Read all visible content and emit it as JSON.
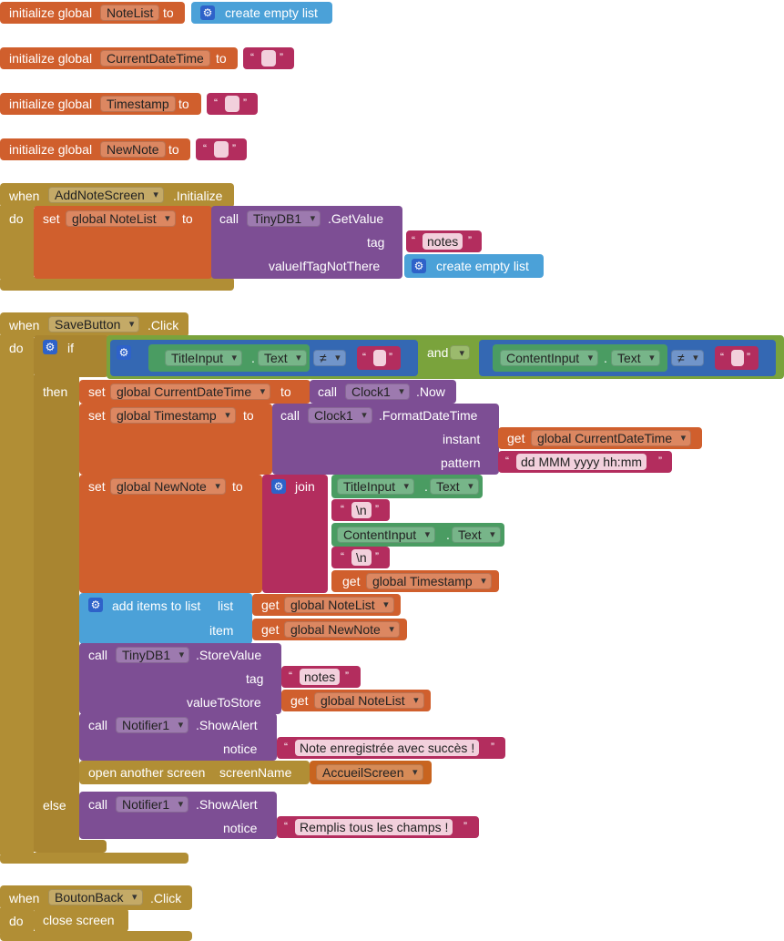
{
  "globals": [
    {
      "prefix": "initialize global",
      "name": "NoteList",
      "to": "to",
      "value": "create empty list"
    },
    {
      "prefix": "initialize global",
      "name": "CurrentDateTime",
      "to": "to",
      "value": ""
    },
    {
      "prefix": "initialize global",
      "name": "Timestamp",
      "to": "to",
      "value": ""
    },
    {
      "prefix": "initialize global",
      "name": "NewNote",
      "to": "to",
      "value": ""
    }
  ],
  "quote_open": "“",
  "quote_close": "”",
  "kw": {
    "when": "when",
    "do": "do",
    "set": "set",
    "to": "to",
    "call": "call",
    "get": "get",
    "if": "if",
    "then": "then",
    "else": "else",
    "and": "and",
    "join": "join",
    "neq": "≠",
    "dot": "."
  },
  "init_event": {
    "component": "AddNoteScreen",
    "event": ".Initialize",
    "set_var": "global NoteList",
    "call_component": "TinyDB1",
    "call_method": ".GetValue",
    "tag_label": "tag",
    "tag_value": "notes",
    "default_label": "valueIfTagNotThere",
    "default_value": "create empty list"
  },
  "save_event": {
    "component": "SaveButton",
    "event": ".Click",
    "cond1": {
      "component": "TitleInput",
      "prop": "Text"
    },
    "cond2": {
      "component": "ContentInput",
      "prop": "Text"
    },
    "set_datetime": {
      "var": "global CurrentDateTime",
      "component": "Clock1",
      "method": ".Now"
    },
    "set_timestamp": {
      "var": "global Timestamp",
      "component": "Clock1",
      "method": ".FormatDateTime",
      "instant_label": "instant",
      "instant_value": "global CurrentDateTime",
      "pattern_label": "pattern",
      "pattern_value": "dd MMM yyyy hh:mm"
    },
    "set_newnote": {
      "var": "global NewNote",
      "items": [
        {
          "kind": "prop",
          "component": "TitleInput",
          "prop": "Text"
        },
        {
          "kind": "str",
          "value": "\\n"
        },
        {
          "kind": "prop",
          "component": "ContentInput",
          "prop": "Text"
        },
        {
          "kind": "str",
          "value": "\\n"
        },
        {
          "kind": "get",
          "value": "global Timestamp"
        }
      ]
    },
    "add_items": {
      "label": "add items to list",
      "list_label": "list",
      "list_value": "global NoteList",
      "item_label": "item",
      "item_value": "global NewNote"
    },
    "store": {
      "component": "TinyDB1",
      "method": ".StoreValue",
      "tag_label": "tag",
      "tag_value": "notes",
      "value_label": "valueToStore",
      "value_value": "global NoteList"
    },
    "alert_ok": {
      "component": "Notifier1",
      "method": ".ShowAlert",
      "notice_label": "notice",
      "notice_value": "Note enregistrée avec succès !"
    },
    "open_screen": {
      "label": "open another screen",
      "param": "screenName",
      "value": "AccueilScreen"
    },
    "alert_err": {
      "component": "Notifier1",
      "method": ".ShowAlert",
      "notice_label": "notice",
      "notice_value": "Remplis tous les champs !"
    }
  },
  "back_event": {
    "component": "BoutonBack",
    "event": ".Click",
    "action": "close screen"
  },
  "colors": {
    "variable": "#d05f2d",
    "event": "#b18e35",
    "procedure": "#7d4e94",
    "text": "#b32d5e",
    "list": "#4ba1d8",
    "component": "#5ba55b",
    "logic": "#7aa33c",
    "compare": "#3468b3"
  },
  "icons": {
    "mutator": "gear-icon"
  }
}
